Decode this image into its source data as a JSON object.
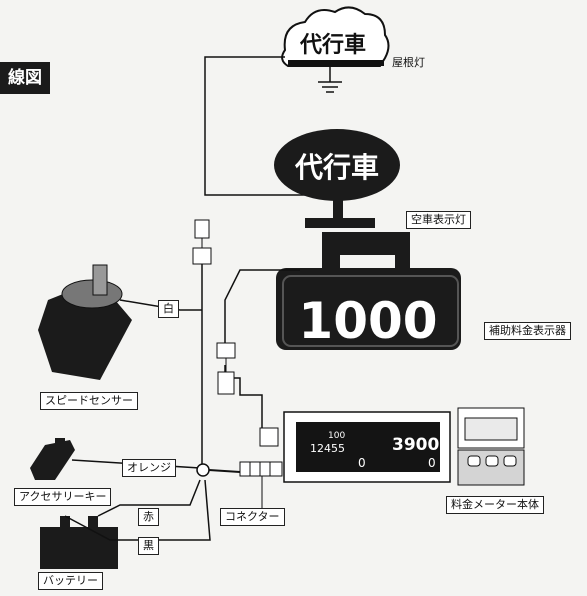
{
  "title": "線図",
  "roof_light": {
    "sign": "代行車",
    "label": "屋根灯"
  },
  "vacancy_light": {
    "sign": "代行車",
    "label": "空車表示灯"
  },
  "fare_display": {
    "value": "1000",
    "label": "補助料金表示器"
  },
  "speed_sensor": {
    "label": "スピードセンサー"
  },
  "accessory_key": {
    "label": "アクセサリーキー"
  },
  "battery": {
    "label": "バッテリー"
  },
  "connector": {
    "label": "コネクター"
  },
  "meter": {
    "label": "料金メーター本体",
    "small_top": "100",
    "small_number": "12455",
    "fare": "3900",
    "status_left": "0",
    "status_right": "0"
  },
  "wires": {
    "white": "白",
    "orange": "オレンジ",
    "red": "赤",
    "black": "黒"
  },
  "colors": {
    "ink": "#111111",
    "panel": "#1b1b1b",
    "lcd": "#141414",
    "paper": "#f4f4f2"
  }
}
